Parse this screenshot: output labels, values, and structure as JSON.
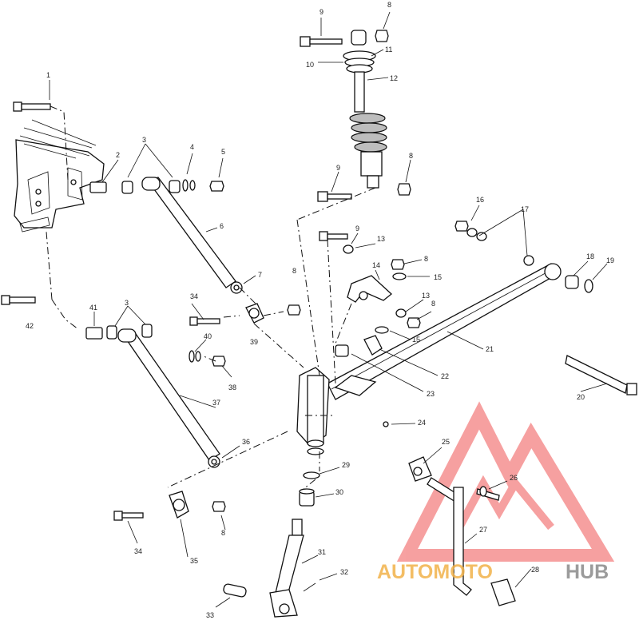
{
  "watermark": {
    "brand_part1": "AUTOMOTO",
    "brand_part2": "HUB",
    "color_part1": "#f2b24a",
    "color_part2": "#8a8a8a",
    "logo_color": "#ef4444"
  },
  "callouts": [
    {
      "id": "c1",
      "label": "1"
    },
    {
      "id": "c2",
      "label": "2"
    },
    {
      "id": "c3a",
      "label": "3"
    },
    {
      "id": "c4",
      "label": "4"
    },
    {
      "id": "c5",
      "label": "5"
    },
    {
      "id": "c6",
      "label": "6"
    },
    {
      "id": "c7",
      "label": "7"
    },
    {
      "id": "c8a",
      "label": "8"
    },
    {
      "id": "c9a",
      "label": "9"
    },
    {
      "id": "c10",
      "label": "10"
    },
    {
      "id": "c11",
      "label": "11"
    },
    {
      "id": "c12",
      "label": "12"
    },
    {
      "id": "c9b",
      "label": "9"
    },
    {
      "id": "c8b",
      "label": "8"
    },
    {
      "id": "c16",
      "label": "16"
    },
    {
      "id": "c17",
      "label": "17"
    },
    {
      "id": "c9c",
      "label": "9"
    },
    {
      "id": "c13a",
      "label": "13"
    },
    {
      "id": "c8c",
      "label": "8"
    },
    {
      "id": "c8d",
      "label": "8"
    },
    {
      "id": "c14",
      "label": "14"
    },
    {
      "id": "c15a",
      "label": "15"
    },
    {
      "id": "c18",
      "label": "18"
    },
    {
      "id": "c19",
      "label": "19"
    },
    {
      "id": "c13b",
      "label": "13"
    },
    {
      "id": "c8e",
      "label": "8"
    },
    {
      "id": "c15b",
      "label": "15"
    },
    {
      "id": "c21",
      "label": "21"
    },
    {
      "id": "c22",
      "label": "22"
    },
    {
      "id": "c23",
      "label": "23"
    },
    {
      "id": "c20",
      "label": "20"
    },
    {
      "id": "c24",
      "label": "24"
    },
    {
      "id": "c3b",
      "label": "3"
    },
    {
      "id": "c41",
      "label": "41"
    },
    {
      "id": "c42",
      "label": "42"
    },
    {
      "id": "c34a",
      "label": "34"
    },
    {
      "id": "c39",
      "label": "39"
    },
    {
      "id": "c40",
      "label": "40"
    },
    {
      "id": "c38",
      "label": "38"
    },
    {
      "id": "c37",
      "label": "37"
    },
    {
      "id": "c36",
      "label": "36"
    },
    {
      "id": "c25",
      "label": "25"
    },
    {
      "id": "c26",
      "label": "26"
    },
    {
      "id": "c27",
      "label": "27"
    },
    {
      "id": "c28",
      "label": "28"
    },
    {
      "id": "c29",
      "label": "29"
    },
    {
      "id": "c30",
      "label": "30"
    },
    {
      "id": "c8f",
      "label": "8"
    },
    {
      "id": "c34b",
      "label": "34"
    },
    {
      "id": "c35",
      "label": "35"
    },
    {
      "id": "c31",
      "label": "31"
    },
    {
      "id": "c32",
      "label": "32"
    },
    {
      "id": "c33",
      "label": "33"
    }
  ]
}
